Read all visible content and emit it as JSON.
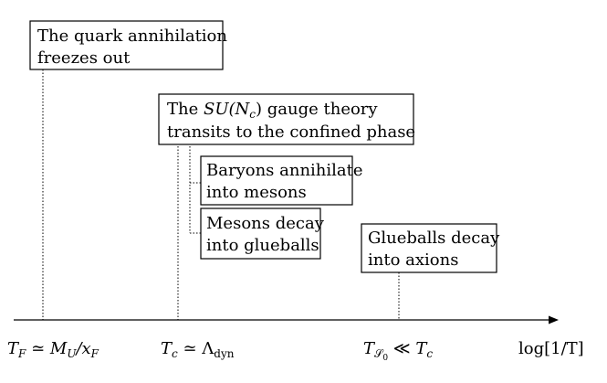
{
  "boxes": {
    "freeze_out": [
      "The quark annihilation",
      "freezes out"
    ],
    "confinement": {
      "line1_prefix": "The ",
      "line1_math": "SU(N",
      "line1_sub": "c",
      "line1_close": ")",
      "line1_suffix": " gauge theory",
      "line2": "transits to the confined phase"
    },
    "baryons": [
      "Baryons annihilate",
      "into mesons"
    ],
    "mesons": [
      "Mesons decay",
      "into glueballs"
    ],
    "glueballs": [
      "Glueballs decay",
      "into axions"
    ]
  },
  "axis": {
    "end_label": "log[1/T]",
    "tick_freeze": {
      "T": "T",
      "sub": "F",
      "rel": " ≃ ",
      "rhs": "M",
      "rhs_sub": "U",
      "tail": "/x",
      "tail_sub": "F"
    },
    "tick_confine": {
      "T": "T",
      "sub": "c",
      "rel": " ≃ Λ",
      "rhs_sub": "dyn"
    },
    "tick_glueball": {
      "T": "T",
      "sub": "𝒮",
      "subsub": "0",
      "rel": " ≪ ",
      "rhs": "T",
      "rhs_sub": "c"
    }
  }
}
